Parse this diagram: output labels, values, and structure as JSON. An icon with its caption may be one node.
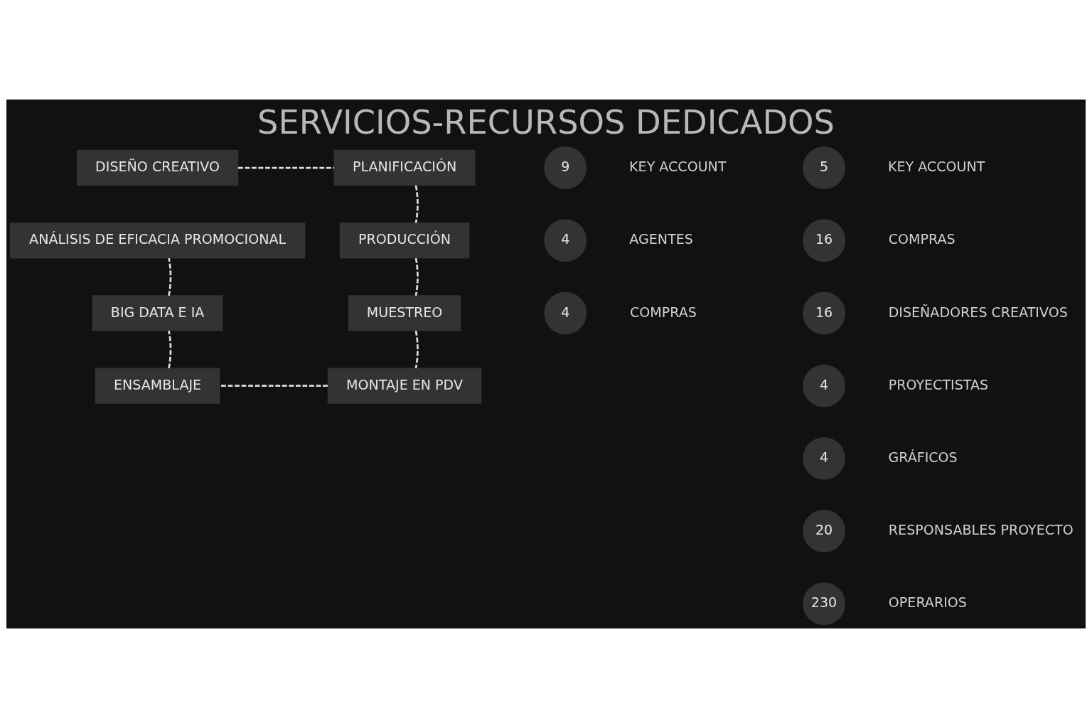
{
  "diagram": {
    "title": "SERVICIOS-RECURSOS DEDICADOS",
    "nodes": [
      {
        "text": [
          "DISEÑO CREATIVO"
        ]
      },
      {
        "text": [
          "PLANIFICACIÓN"
        ]
      },
      {
        "text": [
          "PRODUCCIÓN"
        ]
      },
      {
        "text": [
          "MUESTREO"
        ]
      },
      {
        "text": [
          "MONTAJE EN PDV"
        ]
      },
      {
        "text": [
          "ENSAMBLAJE"
        ]
      },
      {
        "text": [
          "BIG DATA E IA"
        ]
      },
      {
        "text": [
          "ANÁLISIS DE EFICACIA PROMOCIONAL"
        ]
      },
      {
        "text": [
          "9"
        ],
        "beside": [
          "KEY ACCOUNT"
        ]
      },
      {
        "text": [
          "4"
        ],
        "beside": [
          "AGENTES"
        ]
      },
      {
        "text": [
          "4"
        ],
        "beside": [
          "COMPRAS"
        ]
      },
      {
        "text": [
          "5"
        ],
        "beside": [
          "KEY ACCOUNT"
        ]
      },
      {
        "text": [
          "16"
        ],
        "beside": [
          "COMPRAS"
        ]
      },
      {
        "text": [
          "16"
        ],
        "beside": [
          "DISEÑADORES CREATIVOS"
        ]
      },
      {
        "text": [
          "4"
        ],
        "beside": [
          "PROYECTISTAS"
        ]
      },
      {
        "text": [
          "4"
        ],
        "beside": [
          "GRÁFICOS"
        ]
      },
      {
        "text": [
          "20"
        ],
        "beside": [
          "RESPONSABLES PROYECTO"
        ]
      },
      {
        "text": [
          "230"
        ],
        "beside": [
          "OPERARIOS"
        ]
      }
    ],
    "edges": [
      {
        "from": 0,
        "to": 1,
        "arrow": "none",
        "style": "dashed"
      },
      {
        "from": 1,
        "to": 2,
        "arrow": "none",
        "style": "dashed"
      },
      {
        "from": 2,
        "to": 3,
        "arrow": "none",
        "style": "dashed"
      },
      {
        "from": 3,
        "to": 4,
        "arrow": "none",
        "style": "dashed"
      },
      {
        "from": 4,
        "to": 5,
        "arrow": "none",
        "style": "dashed"
      },
      {
        "from": 5,
        "to": 6,
        "arrow": "none",
        "style": "dashed"
      },
      {
        "from": 6,
        "to": 7,
        "arrow": "none",
        "style": "dashed"
      }
    ]
  }
}
